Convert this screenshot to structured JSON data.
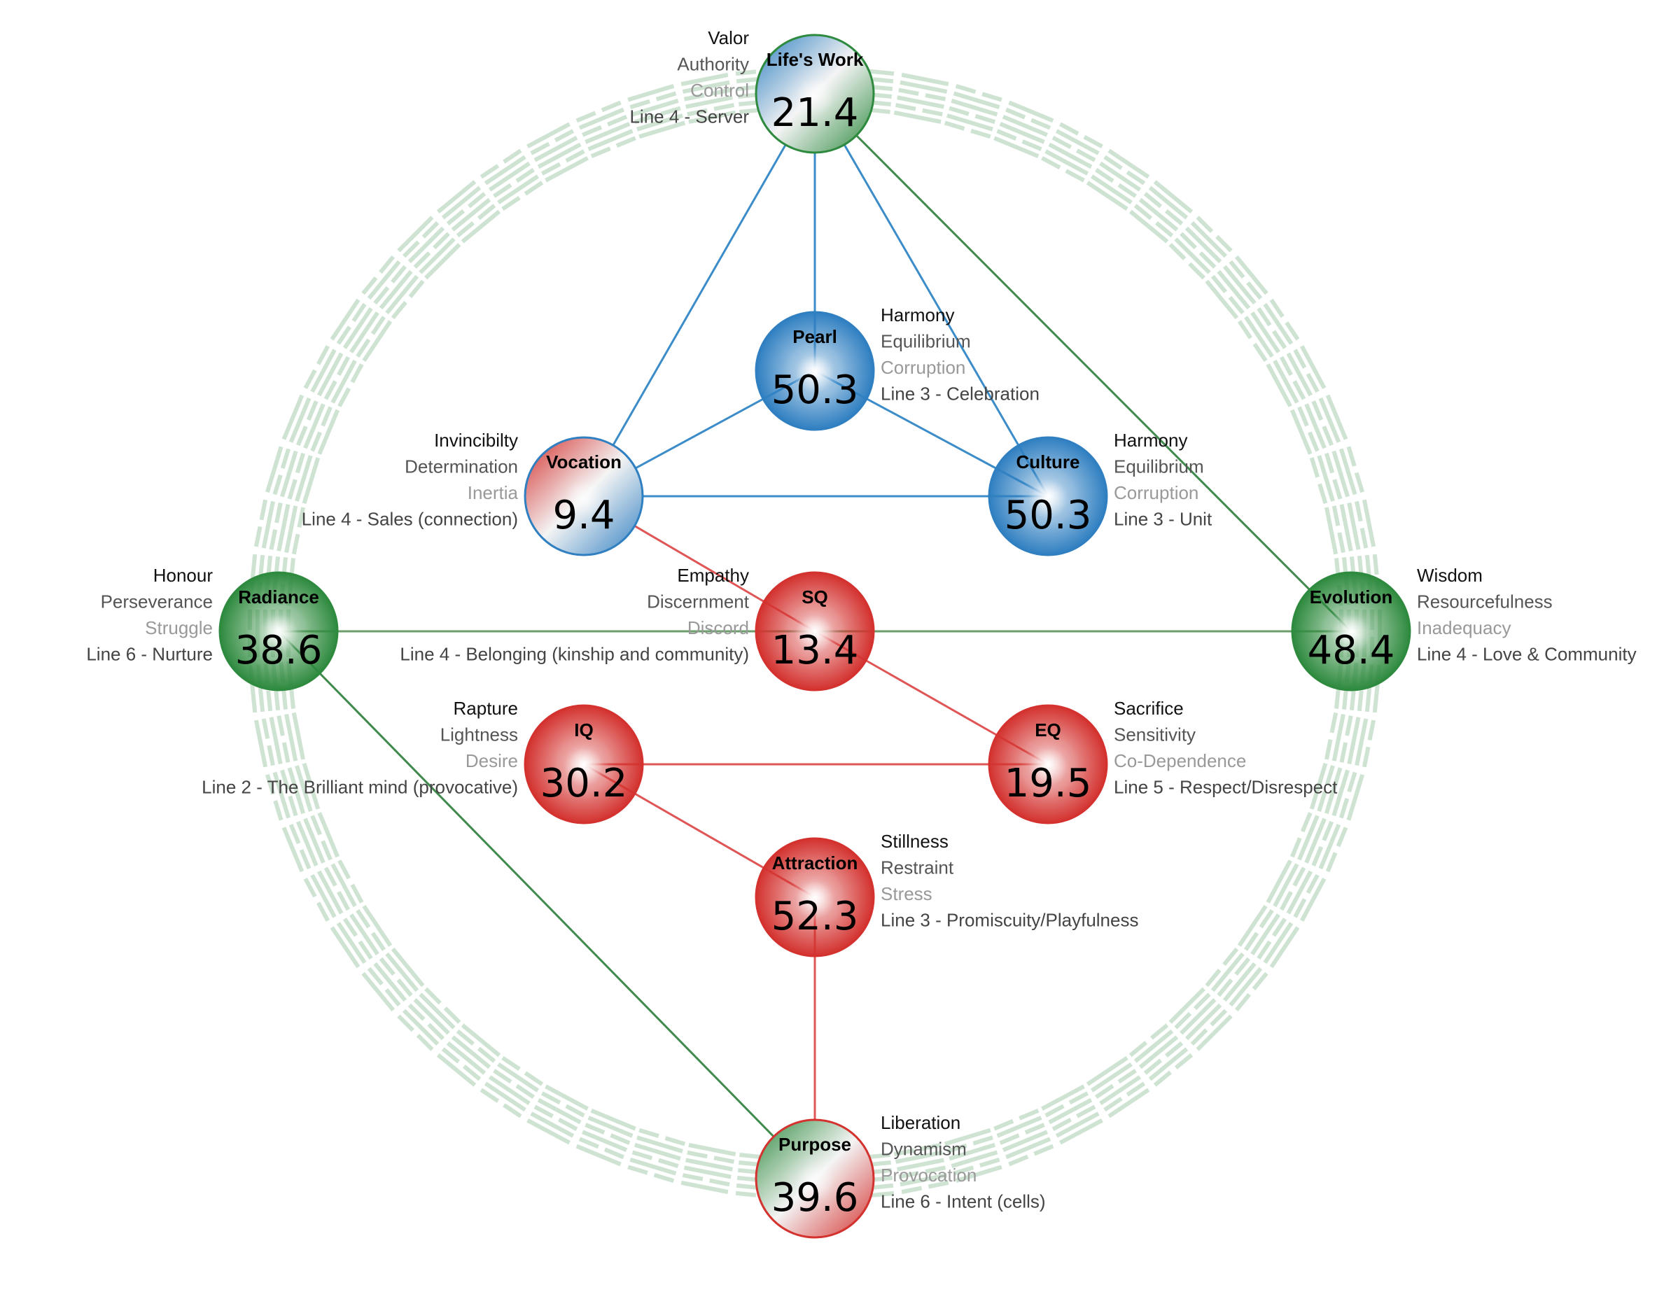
{
  "spheres": [
    {
      "id": "lifes-work",
      "name": "Life's Work",
      "value": "21.4",
      "colors": [
        "#2f7fc1",
        "#2e8a3e"
      ],
      "gift": "Valor",
      "shadow_gift": "Authority",
      "shadow": "Control",
      "line": "Line 4 - Server",
      "label_side": "left"
    },
    {
      "id": "pearl",
      "name": "Pearl",
      "value": "50.3",
      "colors": [
        "#2f7fc1",
        "#2f7fc1"
      ],
      "gift": "Harmony",
      "shadow_gift": "Equilibrium",
      "shadow": "Corruption",
      "line": "Line 3 - Celebration",
      "label_side": "right"
    },
    {
      "id": "vocation",
      "name": "Vocation",
      "value": "9.4",
      "colors": [
        "#d3322f",
        "#2f7fc1"
      ],
      "gift": "Invincibilty",
      "shadow_gift": "Determination",
      "shadow": "Inertia",
      "line": "Line 4 - Sales (connection)",
      "label_side": "left"
    },
    {
      "id": "culture",
      "name": "Culture",
      "value": "50.3",
      "colors": [
        "#2f7fc1",
        "#2f7fc1"
      ],
      "gift": "Harmony",
      "shadow_gift": "Equilibrium",
      "shadow": "Corruption",
      "line": "Line 3 - Unit",
      "label_side": "right"
    },
    {
      "id": "radiance",
      "name": "Radiance",
      "value": "38.6",
      "colors": [
        "#2e8a3e",
        "#2e8a3e"
      ],
      "gift": "Honour",
      "shadow_gift": "Perseverance",
      "shadow": "Struggle",
      "line": "Line 6 - Nurture",
      "label_side": "left"
    },
    {
      "id": "sq",
      "name": "SQ",
      "value": "13.4",
      "colors": [
        "#d3322f",
        "#d3322f"
      ],
      "gift": "Empathy",
      "shadow_gift": "Discernment",
      "shadow": "Discord",
      "line": "Line 4 - Belonging (kinship and community)",
      "label_side": "left"
    },
    {
      "id": "evolution",
      "name": "Evolution",
      "value": "48.4",
      "colors": [
        "#2e8a3e",
        "#2e8a3e"
      ],
      "gift": "Wisdom",
      "shadow_gift": "Resourcefulness",
      "shadow": "Inadequacy",
      "line": "Line 4 - Love & Community",
      "label_side": "right"
    },
    {
      "id": "iq",
      "name": "IQ",
      "value": "30.2",
      "colors": [
        "#d3322f",
        "#d3322f"
      ],
      "gift": "Rapture",
      "shadow_gift": "Lightness",
      "shadow": "Desire",
      "line": "Line 2 - The Brilliant mind (provocative)",
      "label_side": "left"
    },
    {
      "id": "eq",
      "name": "EQ",
      "value": "19.5",
      "colors": [
        "#d3322f",
        "#d3322f"
      ],
      "gift": "Sacrifice",
      "shadow_gift": "Sensitivity",
      "shadow": "Co-Dependence",
      "line": "Line 5 - Respect/Disrespect",
      "label_side": "right"
    },
    {
      "id": "attraction",
      "name": "Attraction",
      "value": "52.3",
      "colors": [
        "#d3322f",
        "#d3322f"
      ],
      "gift": "Stillness",
      "shadow_gift": "Restraint",
      "shadow": "Stress",
      "line": "Line 3 - Promiscuity/Playfulness",
      "label_side": "right"
    },
    {
      "id": "purpose",
      "name": "Purpose",
      "value": "39.6",
      "colors": [
        "#2e8a3e",
        "#d3322f"
      ],
      "gift": "Liberation",
      "shadow_gift": "Dynamism",
      "shadow": "Provocation",
      "line": "Line 6 - Intent (cells)",
      "label_side": "right"
    }
  ],
  "connections": [
    {
      "from": "lifes-work",
      "to": "vocation",
      "color": "#3b8cc9"
    },
    {
      "from": "lifes-work",
      "to": "pearl",
      "color": "#3b8cc9"
    },
    {
      "from": "lifes-work",
      "to": "culture",
      "color": "#3b8cc9"
    },
    {
      "from": "lifes-work",
      "to": "evolution",
      "color": "#3f8a4c"
    },
    {
      "from": "pearl",
      "to": "vocation",
      "color": "#3b8cc9"
    },
    {
      "from": "pearl",
      "to": "culture",
      "color": "#3b8cc9"
    },
    {
      "from": "vocation",
      "to": "culture",
      "color": "#3b8cc9"
    },
    {
      "from": "vocation",
      "to": "sq",
      "color": "#e05555"
    },
    {
      "from": "radiance",
      "to": "sq",
      "color": "#6a9e6a"
    },
    {
      "from": "sq",
      "to": "evolution",
      "color": "#6a9e6a"
    },
    {
      "from": "radiance",
      "to": "purpose",
      "color": "#3f8a4c"
    },
    {
      "from": "sq",
      "to": "eq",
      "color": "#e05555"
    },
    {
      "from": "iq",
      "to": "eq",
      "color": "#e05555"
    },
    {
      "from": "iq",
      "to": "attraction",
      "color": "#e05555"
    },
    {
      "from": "attraction",
      "to": "purpose",
      "color": "#e05555"
    }
  ],
  "label_colors": {
    "gift": "#111111",
    "shadow_gift": "#555555",
    "shadow": "#999999",
    "line": "#444444"
  },
  "ring_color": "#cfe3d3"
}
